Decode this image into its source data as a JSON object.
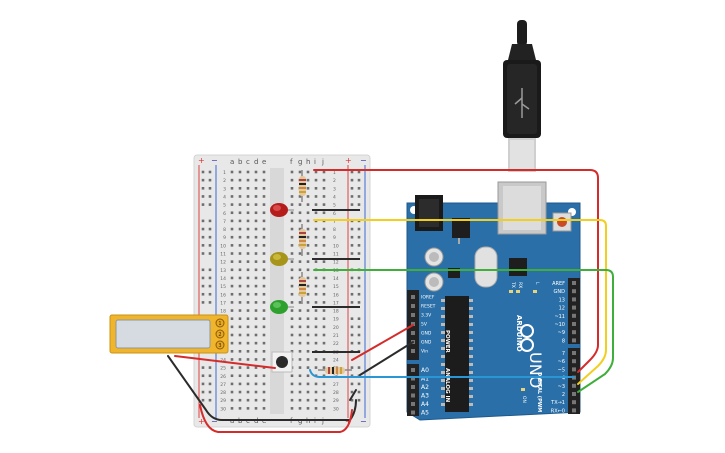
{
  "breadboard": {
    "top_cols_left": [
      "a",
      "b",
      "c",
      "d",
      "e"
    ],
    "top_cols_right": [
      "f",
      "g",
      "h",
      "i",
      "j"
    ],
    "rail_plus": "+",
    "rail_minus": "−",
    "rows": [
      "1",
      "2",
      "3",
      "4",
      "5",
      "6",
      "7",
      "8",
      "9",
      "10",
      "11",
      "12",
      "13",
      "14",
      "15",
      "16",
      "17",
      "18",
      "19",
      "20",
      "21",
      "22",
      "23",
      "24",
      "25",
      "26",
      "27",
      "28",
      "29",
      "30"
    ]
  },
  "arduino": {
    "brand": "ARDUINO",
    "model": "UNO",
    "power_header_title": "POWER",
    "analog_header_title": "ANALOG IN",
    "digital_header_title": "DIGITAL (PWM ~)",
    "power_pins": [
      "IOREF",
      "RESET",
      "3.3V",
      "5V",
      "GND",
      "GND",
      "Vin"
    ],
    "analog_pins": [
      "A0",
      "A1",
      "A2",
      "A3",
      "A4",
      "A5"
    ],
    "digital_top": [
      "AREF",
      "GND",
      "13",
      "12",
      "~11",
      "~10",
      "~9",
      "8"
    ],
    "digital_bottom": [
      "7",
      "~6",
      "~5",
      "4",
      "~3",
      "2",
      "TX→1",
      "RX←0"
    ],
    "tx_label": "TX",
    "rx_label": "RX",
    "on_label": "ON",
    "l_label": "L"
  },
  "buzzer": {
    "pins": [
      "1",
      "2",
      "3"
    ]
  },
  "colors": {
    "board_blue": "#2a6fa8",
    "wire_red": "#d52b2b",
    "wire_yellow": "#f2cf1f",
    "wire_green": "#3fae3a",
    "wire_blue": "#2a96d4",
    "wire_black": "#2b2b2b",
    "led_red": "#b51d1d",
    "led_yellow": "#b3a11d",
    "led_green": "#2ea02e"
  }
}
